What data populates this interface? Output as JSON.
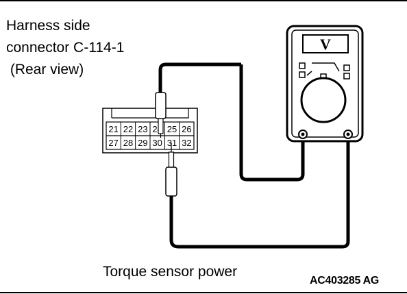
{
  "connector_label": {
    "line1": "Harness side",
    "line2": "connector C-114-1",
    "line3": " (Rear view)"
  },
  "caption": "Torque sensor power",
  "figure_code": "AC403285 AG",
  "meter": {
    "display_symbol": "V"
  },
  "connector": {
    "row1": [
      "21",
      "22",
      "23",
      "24",
      "25",
      "26"
    ],
    "row2": [
      "27",
      "28",
      "29",
      "30",
      "31",
      "32"
    ]
  }
}
